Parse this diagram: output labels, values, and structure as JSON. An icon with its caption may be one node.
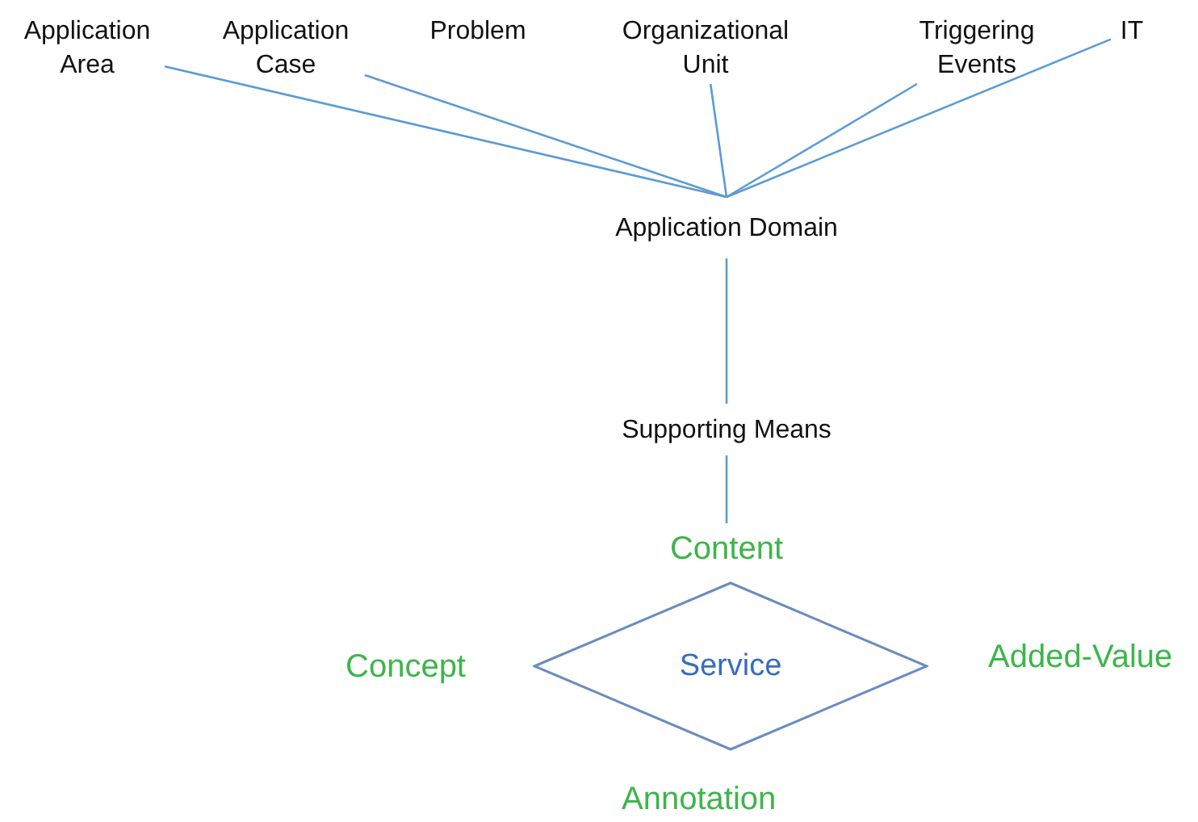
{
  "diagram": {
    "nodes": [
      {
        "text": [
          "Application Area"
        ]
      },
      {
        "text": [
          "Application Case"
        ]
      },
      {
        "text": [
          "Problem"
        ]
      },
      {
        "text": [
          "Organizational Unit"
        ]
      },
      {
        "text": [
          "Triggering Events"
        ]
      },
      {
        "text": [
          "IT"
        ]
      },
      {
        "text": [
          "Application Domain"
        ]
      },
      {
        "text": [
          "Supporting Means"
        ]
      },
      {
        "text": [
          "Content"
        ]
      },
      {
        "text": [
          "Service"
        ]
      }
    ],
    "edges": [
      {
        "from": 0,
        "to": 6,
        "arrow": "none"
      },
      {
        "from": 1,
        "to": 6,
        "arrow": "none"
      },
      {
        "from": 3,
        "to": 6,
        "arrow": "none"
      },
      {
        "from": 4,
        "to": 6,
        "arrow": "none"
      },
      {
        "from": 5,
        "to": 6,
        "arrow": "none"
      },
      {
        "from": 6,
        "to": 7,
        "arrow": "none"
      },
      {
        "from": 7,
        "to": 8,
        "arrow": "none"
      }
    ],
    "labels": [
      "Concept",
      "Added-Value",
      "Annotation"
    ]
  }
}
